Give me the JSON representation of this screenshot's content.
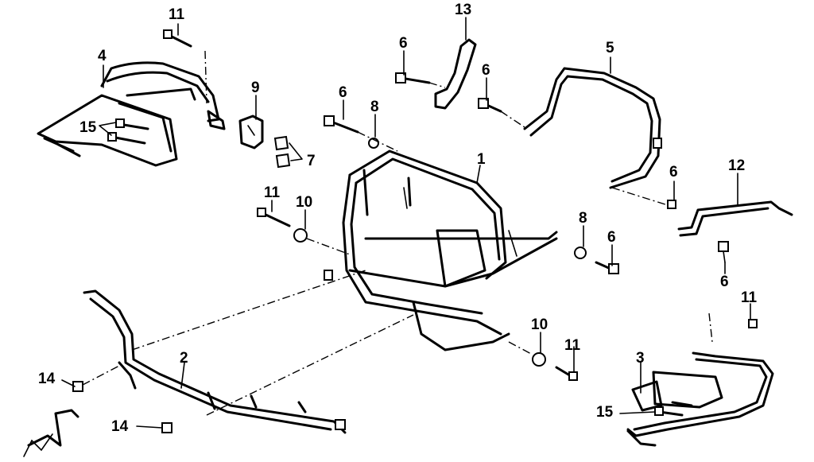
{
  "callouts": {
    "c1": "1",
    "c2": "2",
    "c3": "3",
    "c4": "4",
    "c5": "5",
    "c6a": "6",
    "c6b": "6",
    "c6c": "6",
    "c6d": "6",
    "c6e": "6",
    "c6f": "6",
    "c7": "7",
    "c8a": "8",
    "c8b": "8",
    "c9": "9",
    "c10a": "10",
    "c10b": "10",
    "c11a": "11",
    "c11b": "11",
    "c11c": "11",
    "c11d": "11",
    "c12": "12",
    "c13": "13",
    "c14a": "14",
    "c14b": "14",
    "c15a": "15",
    "c15b": "15"
  }
}
